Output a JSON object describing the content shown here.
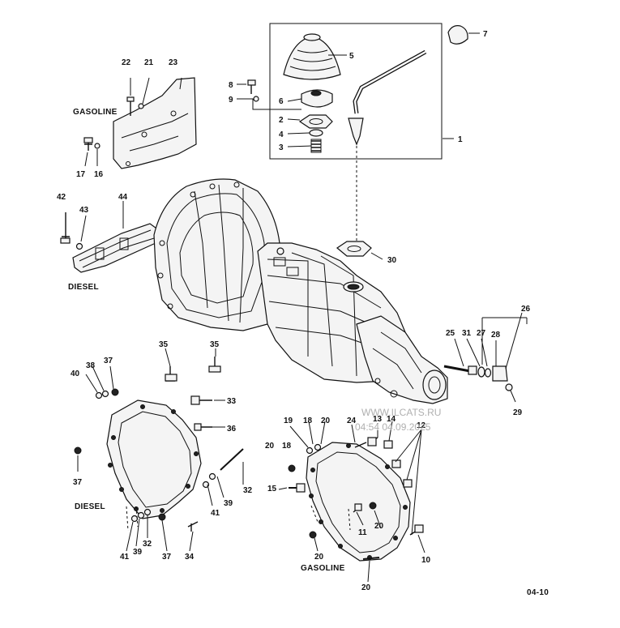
{
  "labels": {
    "l1": "1",
    "l2": "2",
    "l3": "3",
    "l4": "4",
    "l5": "5",
    "l6": "6",
    "l7": "7",
    "l8": "8",
    "l9": "9",
    "l10": "10",
    "l11": "11",
    "l12": "12",
    "l13": "13",
    "l14": "14",
    "l15": "15",
    "l16": "16",
    "l17": "17",
    "l18a": "18",
    "l18b": "18",
    "l19": "19",
    "l20a": "20",
    "l20b": "20",
    "l20c": "20",
    "l20d": "20",
    "l20e": "20",
    "l21": "21",
    "l22": "22",
    "l23": "23",
    "l24": "24",
    "l25": "25",
    "l26": "26",
    "l27": "27",
    "l28": "28",
    "l29": "29",
    "l30": "30",
    "l31": "31",
    "l32a": "32",
    "l32b": "32",
    "l33": "33",
    "l34": "34",
    "l35a": "35",
    "l35b": "35",
    "l36": "36",
    "l37a": "37",
    "l37b": "37",
    "l37c": "37",
    "l38": "38",
    "l39a": "39",
    "l39b": "39",
    "l40": "40",
    "l41a": "41",
    "l41b": "41",
    "l42": "42",
    "l43": "43",
    "l44": "44"
  },
  "variants": {
    "gasoline_top": "GASOLINE",
    "diesel_left": "DIESEL",
    "diesel_housing": "DIESEL",
    "gasoline_housing": "GASOLINE"
  },
  "watermark": {
    "line1": "WWW.ILCATS.RU",
    "line2": "04:54 04.09.2025"
  },
  "page_code": "04-10"
}
